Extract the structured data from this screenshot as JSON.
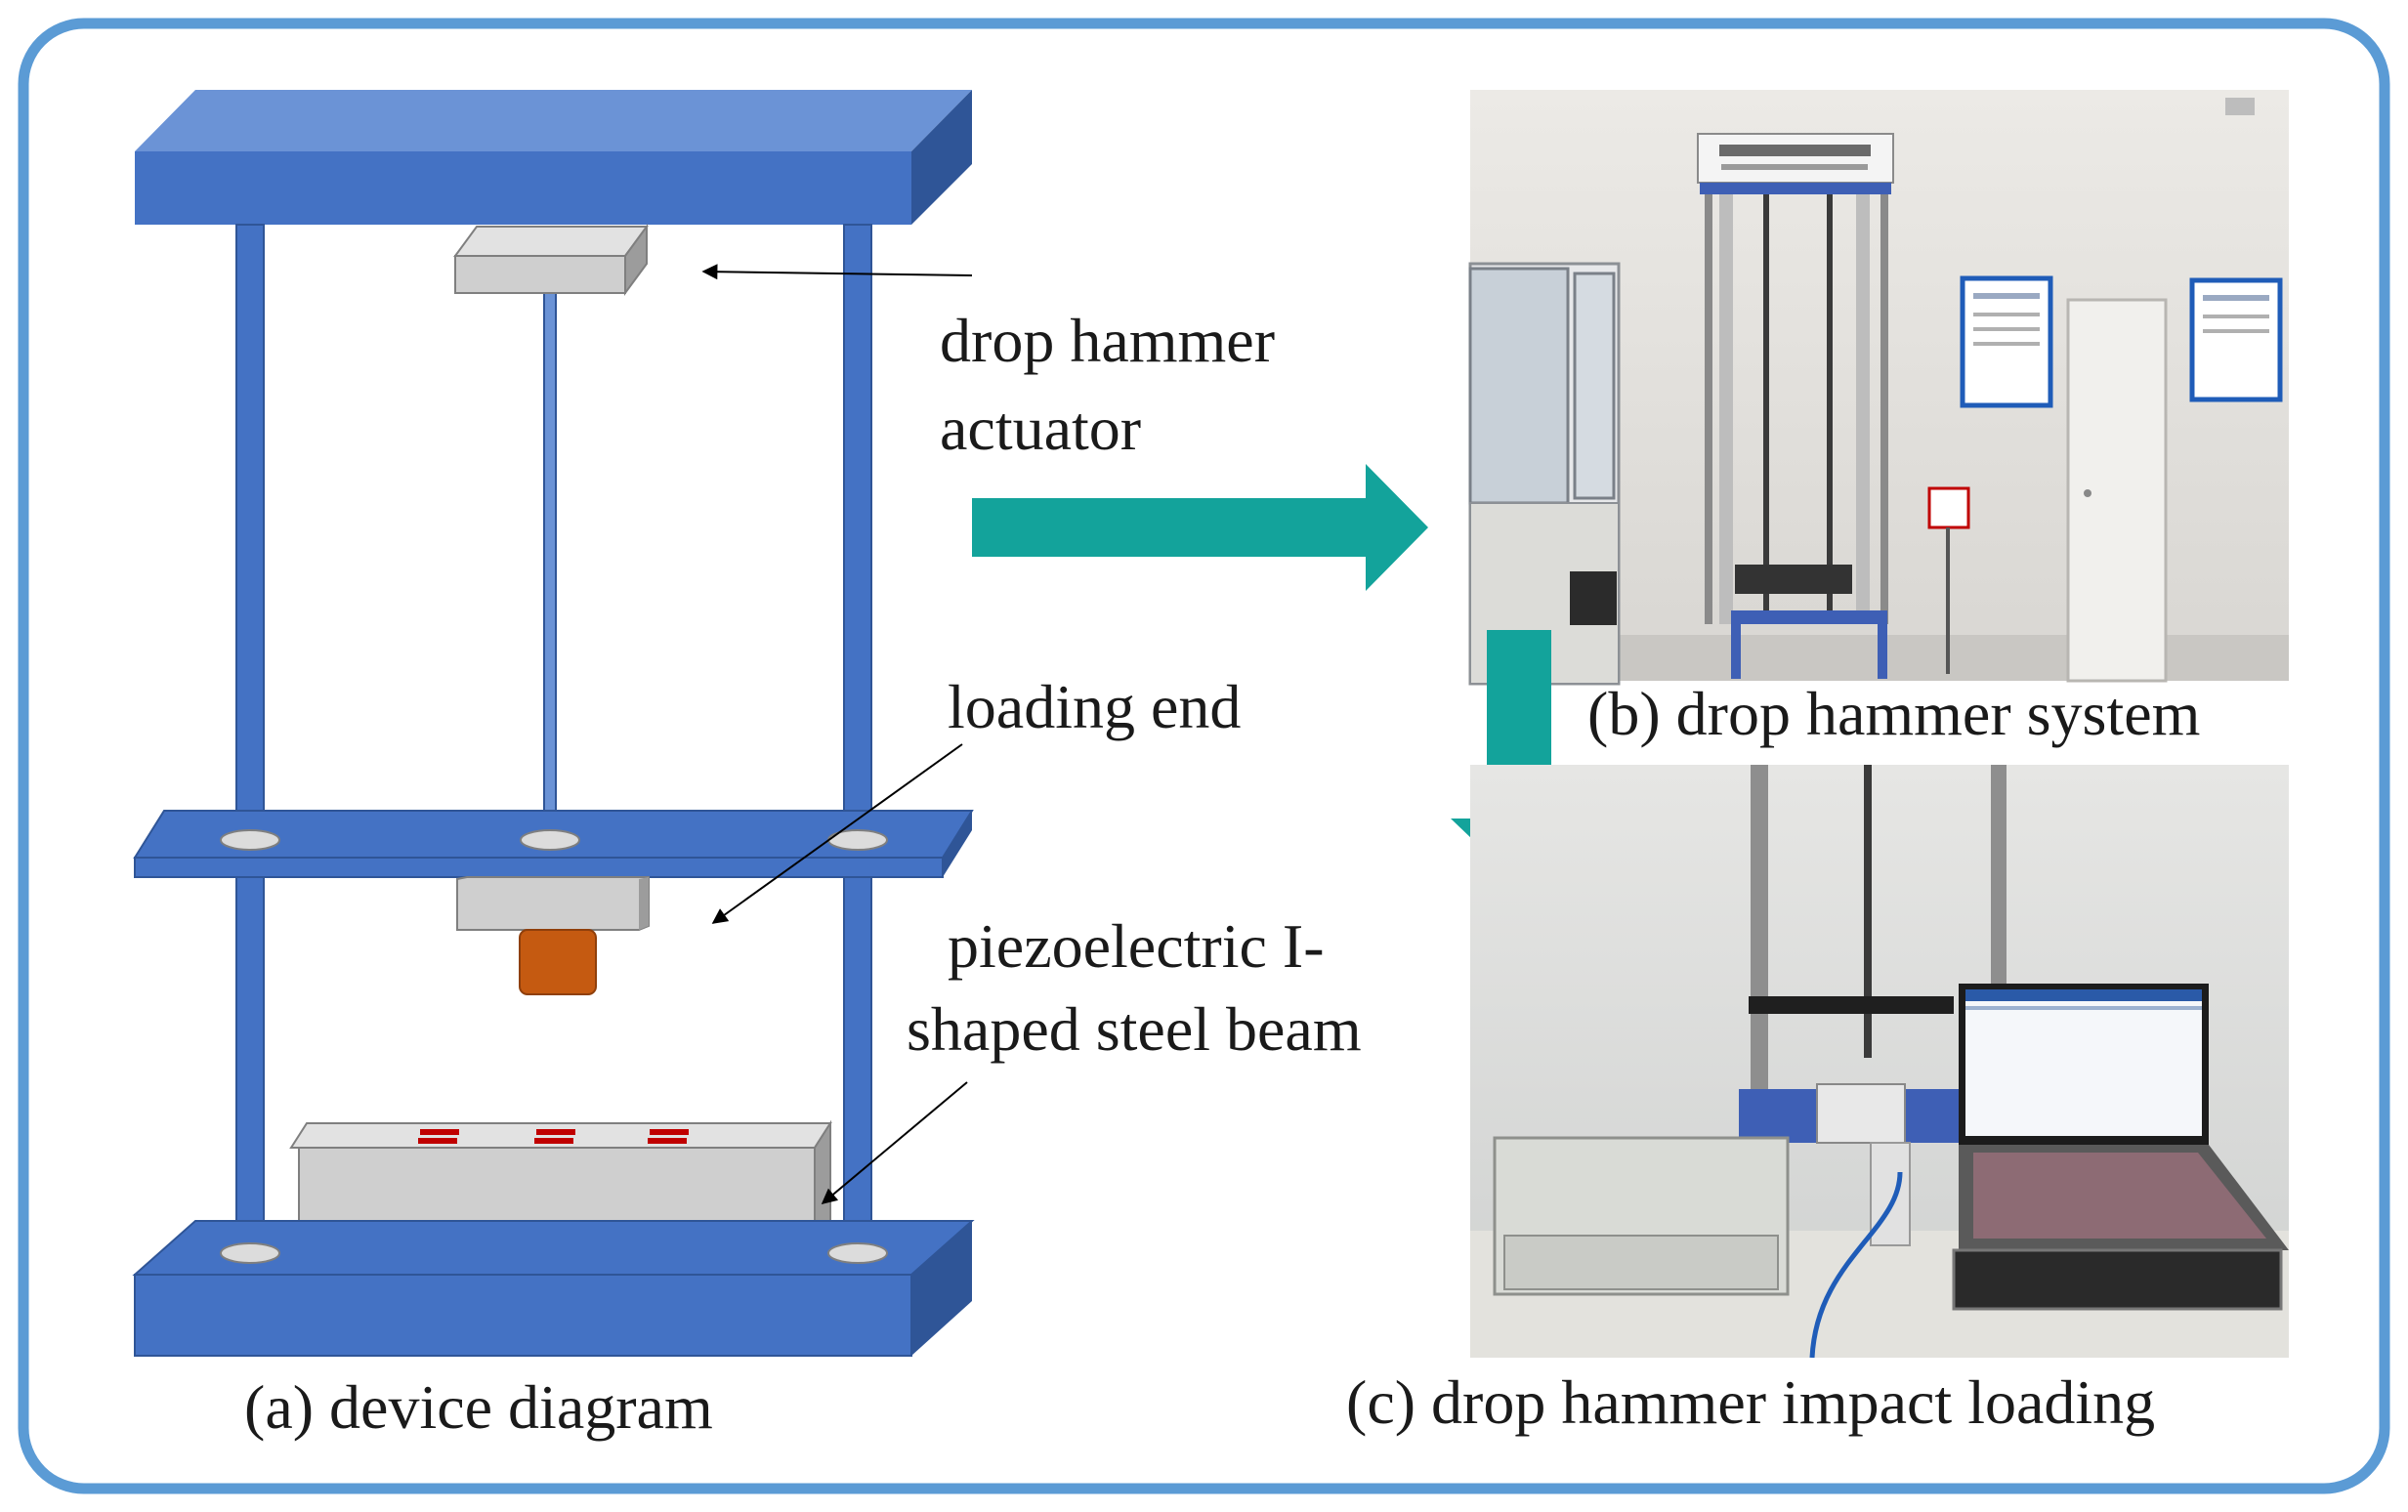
{
  "colors": {
    "frame_border": "#5b9bd5",
    "blue_face": "#4472c4",
    "blue_top": "#6b93d6",
    "blue_side": "#2f5597",
    "gray_face": "#cfcfcf",
    "gray_top": "#e2e2e2",
    "gray_side": "#9c9c9c",
    "orange": "#c55a11",
    "teal": "#13a39b",
    "red_slot": "#c00000"
  },
  "labels": {
    "actuator_line1": "drop hammer",
    "actuator_line2": "actuator",
    "loading_end": "loading end",
    "beam_line1": "piezoelectric I-",
    "beam_line2": "shaped steel beam"
  },
  "captions": {
    "a": "(a) device diagram",
    "b": "(b) drop hammer  system",
    "c": "(c) drop hammer  impact loading"
  },
  "icons": [
    "right-arrow-icon",
    "down-arrow-icon"
  ]
}
